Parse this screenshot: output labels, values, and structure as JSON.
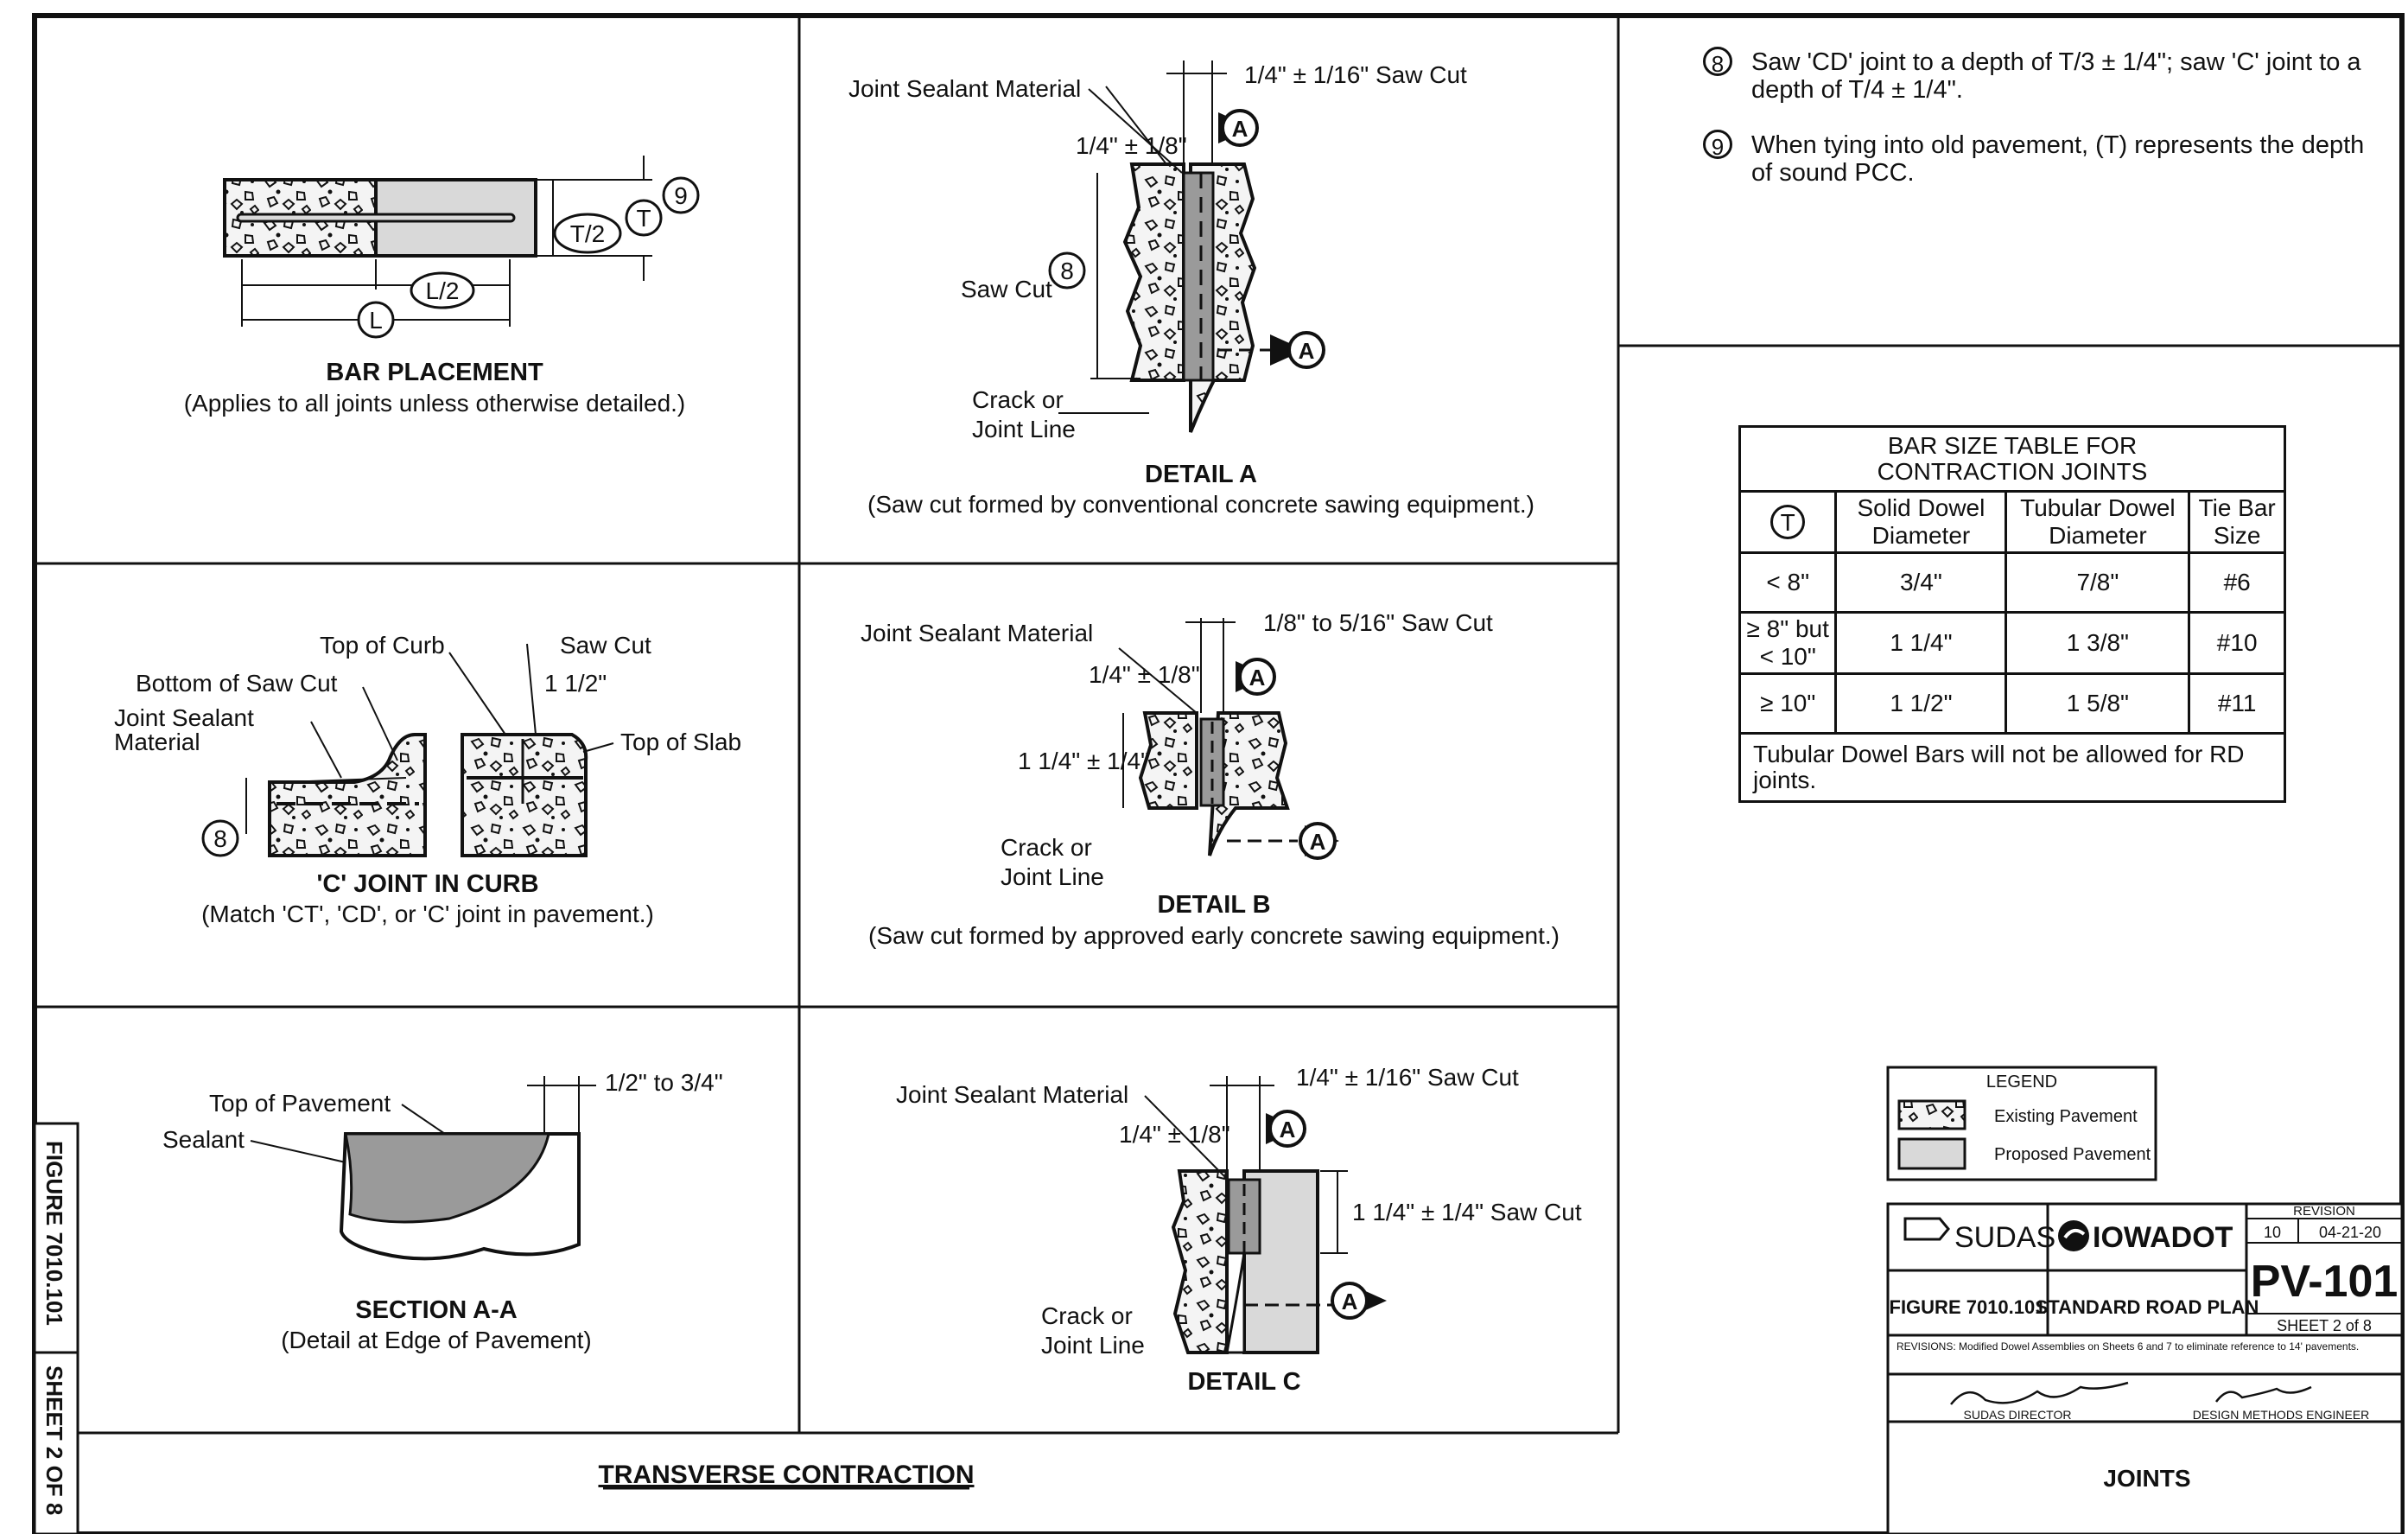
{
  "panels": {
    "bar_placement": {
      "title": "BAR PLACEMENT",
      "subtitle": "(Applies to all joints unless otherwise detailed.)",
      "t2": "T/2",
      "t": "T",
      "l2": "L/2",
      "l": "L",
      "nine": "9"
    },
    "detail_a": {
      "title": "DETAIL A",
      "subtitle": "(Saw cut formed by conventional concrete sawing equipment.)",
      "sealant": "Joint Sealant Material",
      "sawcut_dim": "1/4\" ± 1/16\" Saw Cut",
      "width_dim": "1/4\" ± 1/8\"",
      "sawcut": "Saw Cut",
      "eight": "8",
      "crack1": "Crack or",
      "crack2": "Joint Line",
      "a": "A"
    },
    "c_joint": {
      "title": "'C' JOINT IN CURB",
      "subtitle": "(Match 'CT', 'CD', or 'C' joint in pavement.)",
      "top_curb": "Top of Curb",
      "bottom_saw": "Bottom of Saw Cut",
      "sealant1": "Joint Sealant",
      "sealant2": "Material",
      "sawcut": "Saw Cut",
      "half": "1 1/2\"",
      "top_slab": "Top of Slab",
      "eight": "8"
    },
    "detail_b": {
      "title": "DETAIL B",
      "subtitle": "(Saw cut formed by approved early concrete sawing equipment.)",
      "sealant": "Joint Sealant Material",
      "sawcut_dim": "1/8\" to 5/16\" Saw Cut",
      "width_dim": "1/4\" ± 1/8\"",
      "depth_dim": "1 1/4\" ± 1/4\"",
      "crack1": "Crack or",
      "crack2": "Joint Line",
      "a": "A"
    },
    "section_aa": {
      "title": "SECTION A-A",
      "subtitle": "(Detail at Edge of Pavement)",
      "top_pav": "Top of Pavement",
      "sealant": "Sealant",
      "dim": "1/2\" to 3/4\""
    },
    "detail_c": {
      "title": "DETAIL C",
      "sealant": "Joint Sealant Material",
      "sawcut_dim": "1/4\" ± 1/16\" Saw Cut",
      "width_dim": "1/4\" ± 1/8\"",
      "depth_dim": "1 1/4\" ± 1/4\" Saw Cut",
      "crack1": "Crack or",
      "crack2": "Joint Line",
      "a": "A"
    }
  },
  "bottom_title": "TRANSVERSE CONTRACTION",
  "side_tab": {
    "figure": "FIGURE 7010.101",
    "sheet": "SHEET 2 OF 8"
  },
  "notes": [
    {
      "num": "8",
      "text": "Saw 'CD' joint to a depth of T/3 ± 1/4\"; saw 'C' joint to a depth of T/4 ± 1/4\"."
    },
    {
      "num": "9",
      "text": "When tying into old pavement, (T) represents the depth of sound PCC."
    }
  ],
  "bar_table": {
    "title1": "BAR SIZE TABLE FOR",
    "title2": "CONTRACTION JOINTS",
    "headers": [
      "T",
      "Solid Dowel Diameter",
      "Tubular Dowel Diameter",
      "Tie Bar Size"
    ],
    "rows": [
      [
        "< 8\"",
        "3/4\"",
        "7/8\"",
        "#6"
      ],
      [
        "≥ 8\" but < 10\"",
        "1 1/4\"",
        "1 3/8\"",
        "#10"
      ],
      [
        "≥ 10\"",
        "1 1/2\"",
        "1 5/8\"",
        "#11"
      ]
    ],
    "footnote": "Tubular Dowel Bars will not be allowed for RD joints."
  },
  "legend": {
    "title": "LEGEND",
    "existing": "Existing Pavement",
    "proposed": "Proposed Pavement"
  },
  "title_block": {
    "sudas": "SUDAS",
    "iowadot": "IOWADOT",
    "revision_label": "REVISION",
    "rev_num": "10",
    "rev_date": "04-21-20",
    "plan_id": "PV-101",
    "figure": "FIGURE 7010.101",
    "plan": "STANDARD ROAD PLAN",
    "sheet": "SHEET 2 of 8",
    "revisions": "REVISIONS: Modified Dowel Assemblies on Sheets 6 and 7 to eliminate reference to 14' pavements.",
    "director_label": "SUDAS DIRECTOR",
    "engineer_label": "DESIGN METHODS ENGINEER",
    "sheet_title": "JOINTS"
  },
  "colors": {
    "existing": "#f4f4f4",
    "proposed": "#d9d9d9",
    "sealant": "#9a9a9a",
    "line": "#111111"
  }
}
